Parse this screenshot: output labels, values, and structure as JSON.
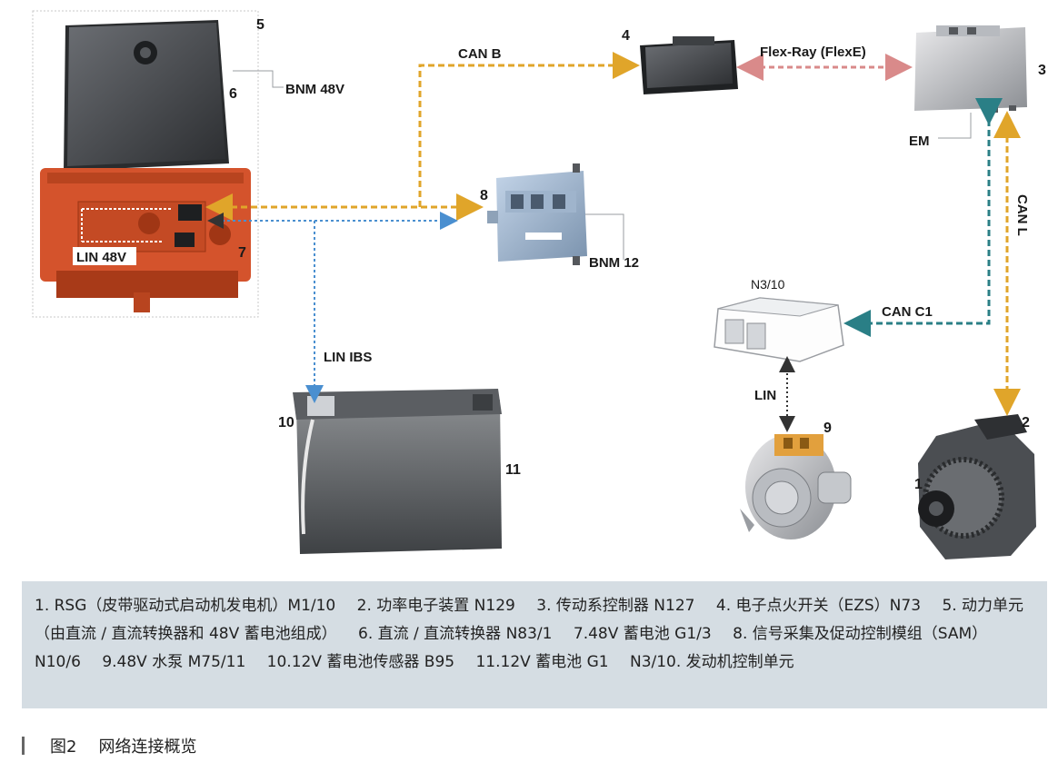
{
  "labels": {
    "can_b": "CAN B",
    "flexray": "Flex-Ray (FlexE)",
    "bnm48": "BNM 48V",
    "bnm12": "BNM 12",
    "lin48": "LIN 48V",
    "lin_ibs": "LIN IBS",
    "lin": "LIN",
    "can_c1": "CAN C1",
    "can_l": "CAN L",
    "em": "EM",
    "n3_10": "N3/10"
  },
  "numbers": {
    "n1": "1",
    "n2": "2",
    "n3": "3",
    "n4": "4",
    "n5": "5",
    "n6": "6",
    "n7": "7",
    "n8": "8",
    "n9": "9",
    "n10": "10",
    "n11": "11"
  },
  "legend": [
    "1. RSG（皮带驱动式启动机发电机）M1/10",
    "2. 功率电子装置 N129",
    "3. 传动系控制器 N127",
    "4. 电子点火开关（EZS）N73",
    "5. 动力单元（由直流 / 直流转换器和 48V 蓄电池组成）",
    "6. 直流 / 直流转换器 N83/1",
    "7.48V 蓄电池 G1/3",
    "8. 信号采集及促动控制模组（SAM）N10/6",
    "9.48V 水泵 M75/11",
    "10.12V 蓄电池传感器 B95",
    "11.12V 蓄电池 G1",
    "N3/10. 发动机控制单元"
  ],
  "caption": {
    "figure": "图2",
    "title": "网络连接概览"
  },
  "colors": {
    "can_b": "#e0a52a",
    "flexray": "#d98a8a",
    "can_c1": "#2a7f86",
    "lin": "#4a8fd0",
    "legend_bg": "#d5dde3",
    "unit_red": "#d4532c"
  }
}
